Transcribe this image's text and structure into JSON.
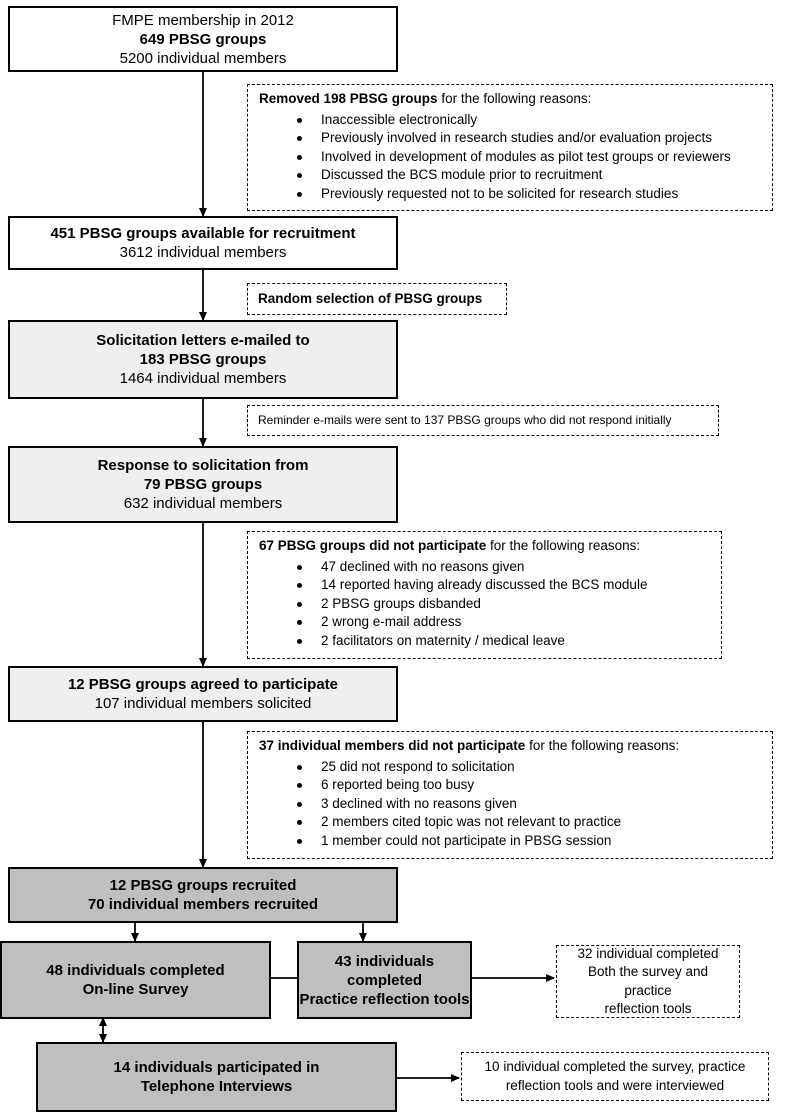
{
  "boxes": {
    "membership": {
      "line1": "FMPE membership in 2012",
      "line2": "649 PBSG groups",
      "line3": "5200 individual members"
    },
    "available": {
      "line1": "451 PBSG groups available for recruitment",
      "line2": "3612 individual members"
    },
    "solicitation": {
      "line1": "Solicitation letters e-mailed to",
      "line2": "183 PBSG groups",
      "line3": "1464 individual members"
    },
    "response": {
      "line1": "Response to solicitation from",
      "line2": "79 PBSG groups",
      "line3": "632 individual members"
    },
    "agreed": {
      "line1": "12 PBSG groups agreed to participate",
      "line2": "107 individual members solicited"
    },
    "recruited": {
      "line1": "12 PBSG groups recruited",
      "line2": "70 individual members recruited"
    },
    "survey": {
      "line1": "48 individuals completed",
      "line2": "On-line Survey"
    },
    "reflection": {
      "line1": "43 individuals completed",
      "line2": "Practice reflection tools"
    },
    "interviews": {
      "line1": "14 individuals participated in",
      "line2": "Telephone Interviews"
    }
  },
  "notes": {
    "removed": {
      "bold": "Removed 198 PBSG groups",
      "rest": " for the following reasons:",
      "items": [
        "Inaccessible electronically",
        "Previously involved in research studies and/or evaluation projects",
        "Involved  in development of modules as pilot test groups or reviewers",
        "Discussed the BCS module prior to recruitment",
        "Previously requested not to be solicited for research studies"
      ]
    },
    "random": {
      "text": "Random selection of PBSG groups"
    },
    "reminder": {
      "text": "Reminder e-mails were sent to 137 PBSG groups who did not respond initially"
    },
    "groups_not": {
      "bold": "67 PBSG groups did not participate",
      "rest": " for the following reasons:",
      "items": [
        "47 declined with no reasons given",
        "14 reported having already discussed the BCS module",
        "2 PBSG groups disbanded",
        "2 wrong e-mail address",
        "2 facilitators on maternity / medical leave"
      ]
    },
    "members_not": {
      "bold": "37 individual members did not participate",
      "rest": " for the following reasons:",
      "items": [
        "25 did not respond to solicitation",
        "6 reported being too busy",
        "3 declined with no reasons given",
        "2 members cited topic was not relevant to practice",
        "1 member could not participate in PBSG session"
      ]
    },
    "both": {
      "line1": "32 individual completed",
      "line2": "Both the survey and practice",
      "line3": "reflection tools"
    },
    "all": {
      "line1": "10 individual completed the survey, practice",
      "line2": "reflection tools and were interviewed"
    }
  }
}
